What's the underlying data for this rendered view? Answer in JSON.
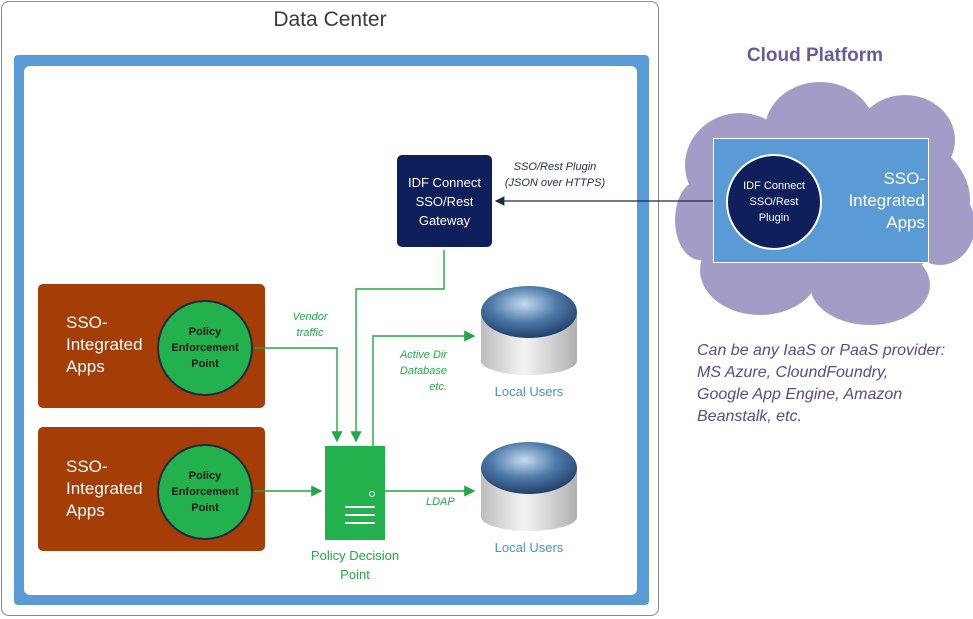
{
  "data_center": {
    "title": "Data Center"
  },
  "apps": [
    {
      "label": [
        "SSO-",
        "Integrated",
        "Apps"
      ],
      "pep": [
        "Policy",
        "Enforcement",
        "Point"
      ]
    },
    {
      "label": [
        "SSO-",
        "Integrated",
        "Apps"
      ],
      "pep": [
        "Policy",
        "Enforcement",
        "Point"
      ]
    }
  ],
  "gateway": {
    "lines": [
      "IDF Connect",
      "SSO/Rest",
      "Gateway"
    ]
  },
  "plugin_note": {
    "lines": [
      "SSO/Rest Plugin",
      "(JSON over HTTPS)"
    ]
  },
  "vendor_traffic": {
    "lines": [
      "Vendor",
      "traffic"
    ]
  },
  "active_dir": {
    "lines": [
      "Active Dir",
      "Database",
      "etc."
    ]
  },
  "ldap": "LDAP",
  "local_users": [
    "Local Users",
    "Local Users"
  ],
  "pdp": {
    "lines": [
      "Policy Decision",
      "Point"
    ]
  },
  "cloud": {
    "title": "Cloud Platform",
    "plugin": [
      "IDF Connect",
      "SSO/Rest",
      "Plugin"
    ],
    "apps_label": [
      "SSO-",
      "Integrated",
      "Apps"
    ],
    "note": [
      "Can be any IaaS or PaaS provider:",
      "MS Azure, CloundFoundry,",
      "Google App Engine, Amazon",
      "Beanstalk, etc."
    ]
  },
  "colors": {
    "accent_blue": "#5b9bd5",
    "navy": "#0e1f5b",
    "green": "#22b14c",
    "orange": "#a43e06",
    "cloud_purple": "#a39cc6"
  }
}
